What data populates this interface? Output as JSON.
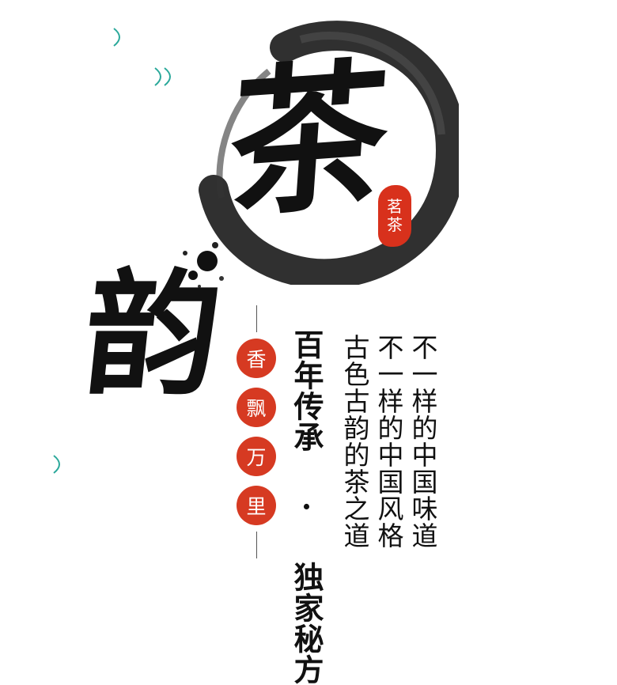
{
  "title": {
    "main_char_1": "茶",
    "main_char_2": "韵"
  },
  "seal": {
    "line1": "茗",
    "line2": "茶"
  },
  "circles": [
    "香",
    "飘",
    "万",
    "里"
  ],
  "slogan": "百年传承 · 独家秘方",
  "poem": {
    "col1": "不一样的中国味道",
    "col2": "不一样的中国风格",
    "col3": "古色古韵的茶之道"
  },
  "colors": {
    "seal_red": "#d8311c",
    "ink": "#111111",
    "accent_teal": "#2aa89a"
  }
}
